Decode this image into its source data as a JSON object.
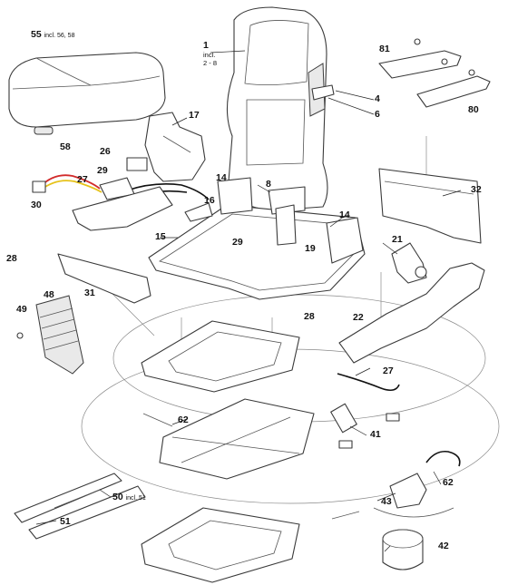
{
  "callouts": {
    "c55": {
      "num": "55",
      "note": "incl. 56, 58"
    },
    "c1": {
      "num": "1",
      "line2": "incl.",
      "line3": "2 - 8"
    },
    "c81": "81",
    "c80": "80",
    "c4": "4",
    "c6": "6",
    "c17": "17",
    "c58": "58",
    "c26": "26",
    "c29a": "29",
    "c27a": "27",
    "c28a": "28",
    "c30": "30",
    "c14a": "14",
    "c16": "16",
    "c8": "8",
    "c32": "32",
    "c14b": "14",
    "c15": "15",
    "c29b": "29",
    "c19": "19",
    "c21": "21",
    "c31": "31",
    "c48": "48",
    "c49": "49",
    "c28b": "28",
    "c22": "22",
    "c27b": "27",
    "c62a": "62",
    "c41": "41",
    "c62b": "62",
    "c43": "43",
    "c50": {
      "num": "50",
      "note": "incl. 51"
    },
    "c51": "51",
    "c42": "42"
  }
}
